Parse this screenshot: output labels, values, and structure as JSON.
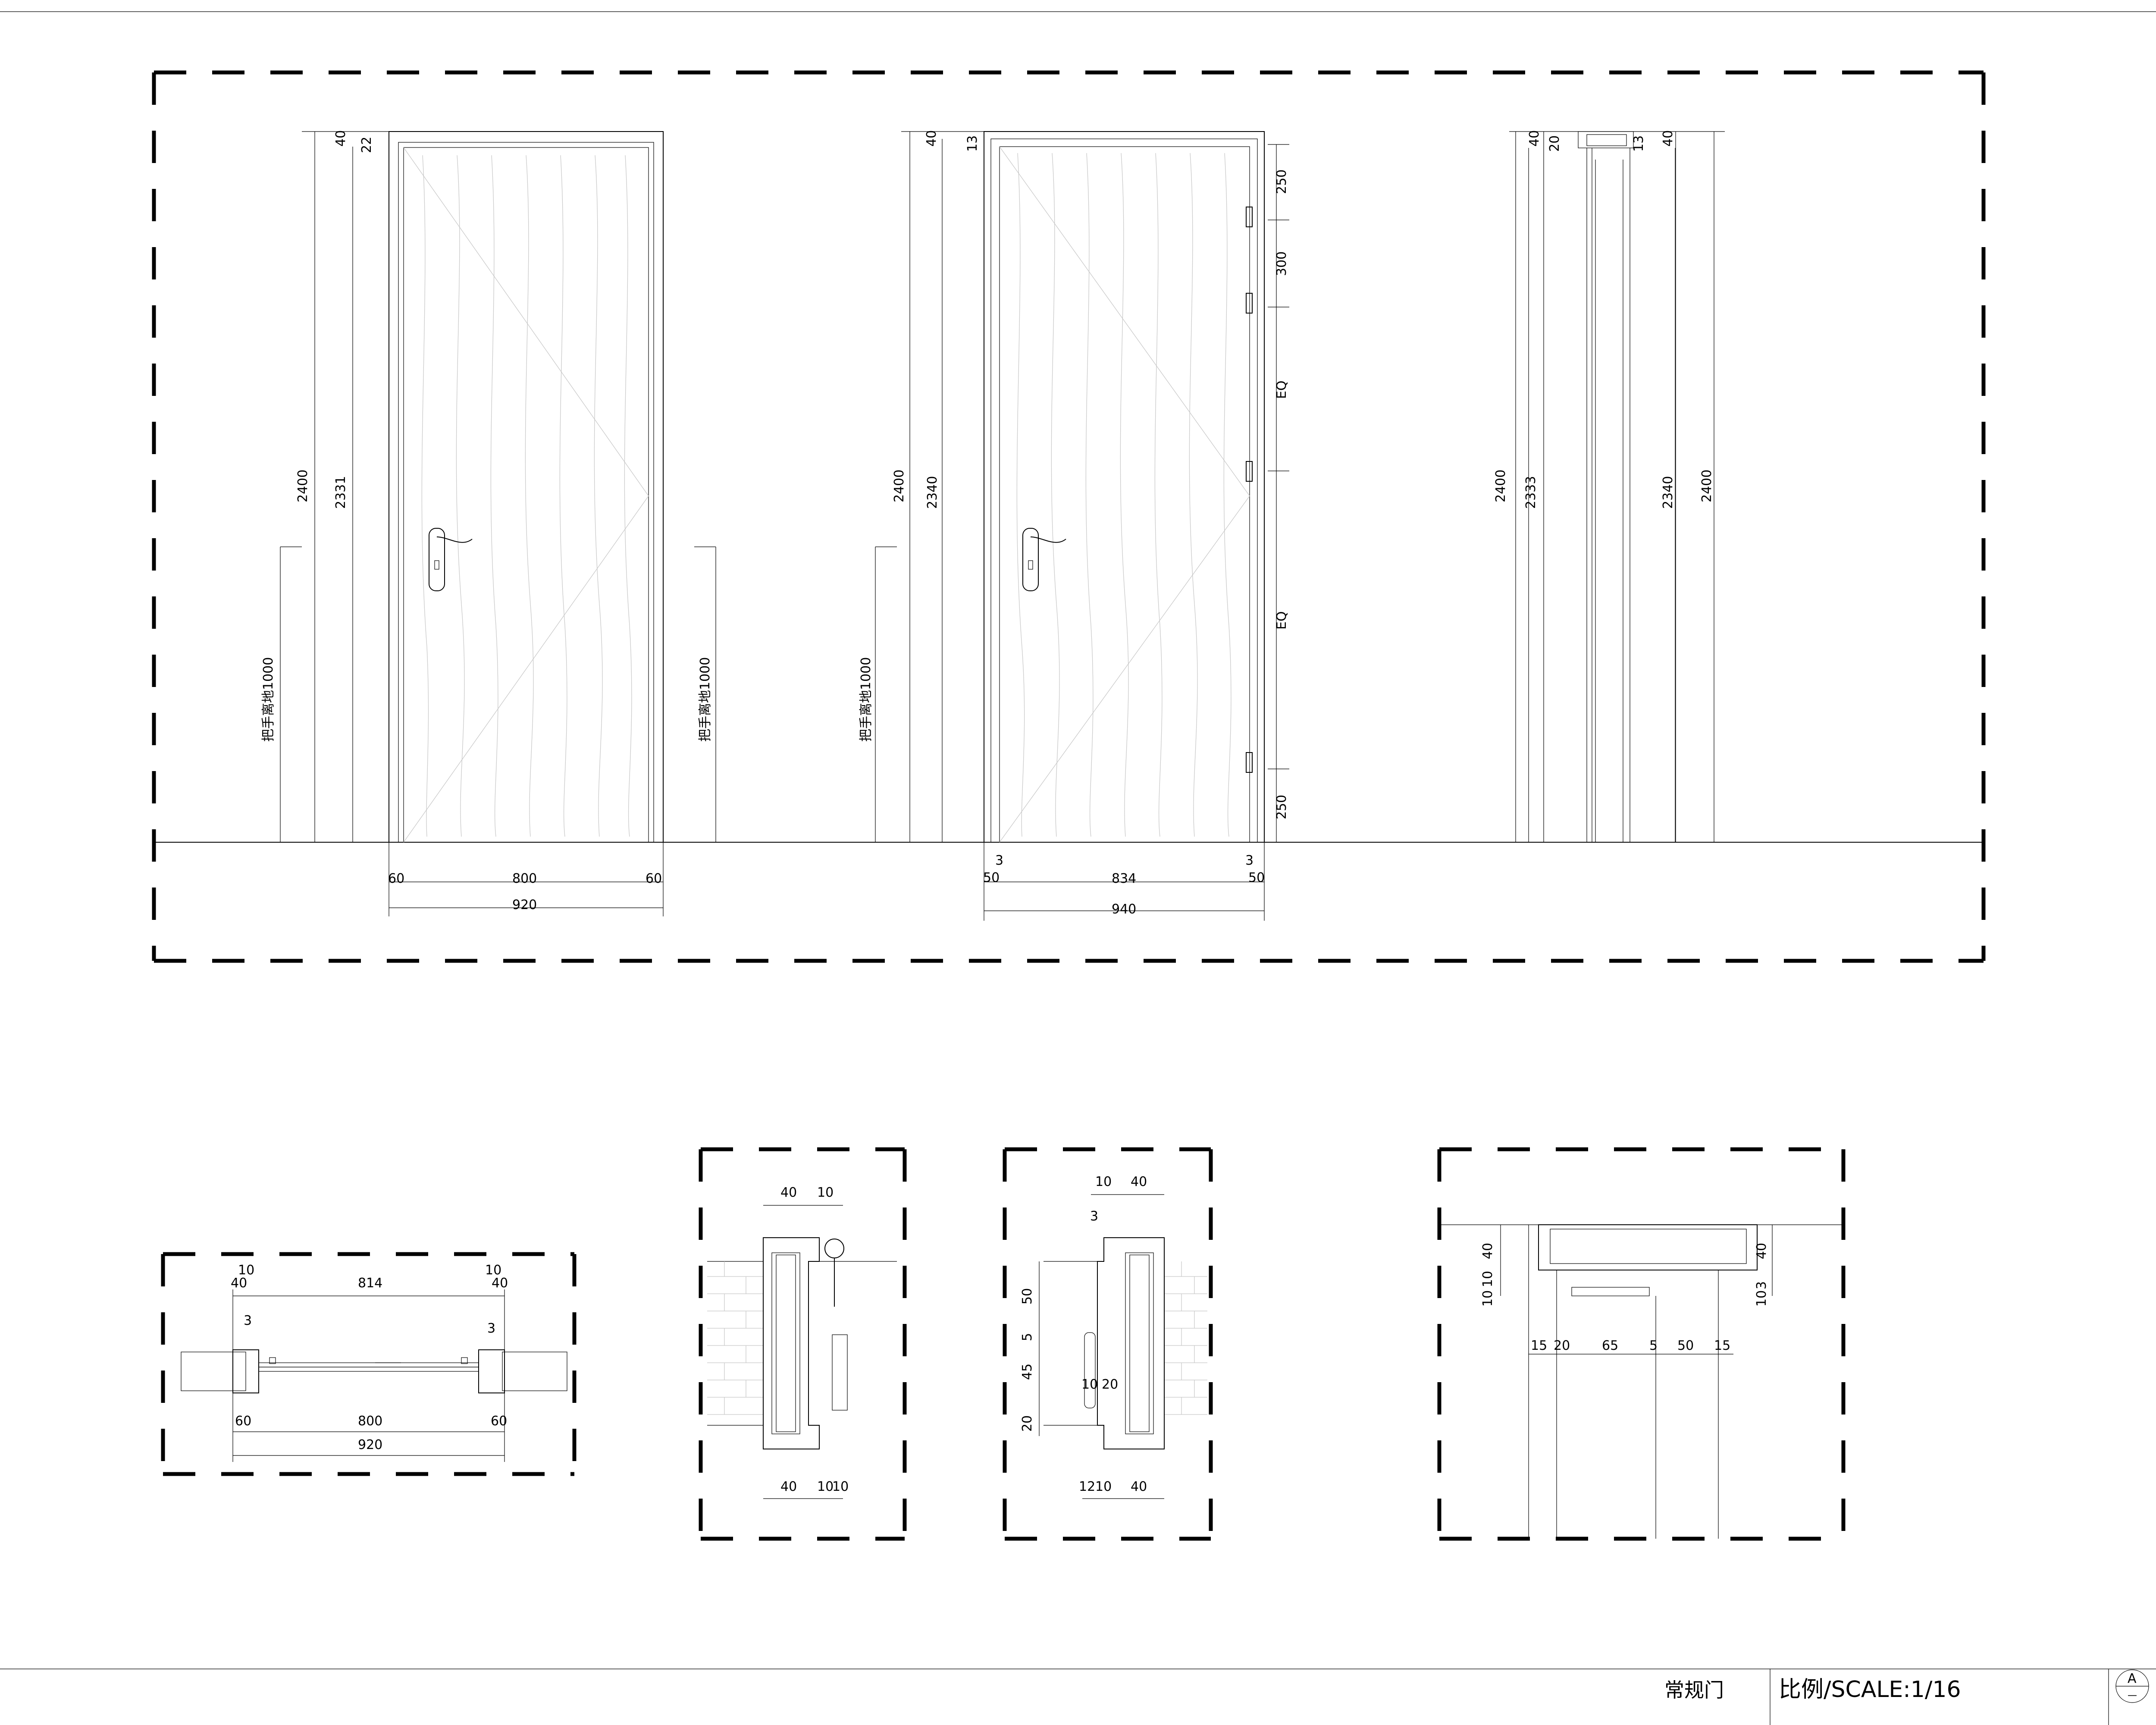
{
  "title_block": {
    "drawing_name": "常规门",
    "scale_label": "比例/SCALE:1/16",
    "sheet_mark_top": "A",
    "sheet_mark_bottom": "—"
  },
  "elevation_outside": {
    "handle_height_label": "把手离地1000",
    "dim_2400": "2400",
    "dim_2331": "2331",
    "dim_40": "40",
    "dim_22": "22",
    "dim_60_left": "60",
    "dim_800": "800",
    "dim_60_right": "60",
    "dim_920": "920"
  },
  "elevation_inside": {
    "handle_height_label_left": "把手离地1000",
    "handle_height_label_right": "把手离地1000",
    "dim_2400": "2400",
    "dim_2340": "2340",
    "dim_40": "40",
    "dim_13": "13",
    "dim_3_left": "3",
    "dim_834": "834",
    "dim_3_right": "3",
    "dim_50_left": "50",
    "dim_50_right": "50",
    "dim_940": "940",
    "hinge_250_top": "250",
    "hinge_300": "300",
    "hinge_eq_1": "EQ",
    "hinge_eq_2": "EQ",
    "hinge_250_bottom": "250"
  },
  "elevation_side": {
    "dim_2400_left": "2400",
    "dim_2333": "2333",
    "dim_40_left": "40",
    "dim_20": "20",
    "dim_2340": "2340",
    "dim_2400_right": "2400",
    "dim_40_right": "40",
    "dim_13": "13"
  },
  "plan_section": {
    "dim_10_left": "10",
    "dim_40_left": "40",
    "dim_814": "814",
    "dim_10_right": "10",
    "dim_40_right": "40",
    "dim_3_left": "3",
    "dim_3_right": "3",
    "dim_60_left": "60",
    "dim_800": "800",
    "dim_60_right": "60",
    "dim_920": "920"
  },
  "detail_1": {
    "top_40": "40",
    "top_10": "10",
    "bottom_40": "40",
    "bottom_10a": "10",
    "bottom_10b": "10"
  },
  "detail_2": {
    "top_10": "10",
    "top_40": "40",
    "top_3": "3",
    "side_50": "50",
    "side_5": "5",
    "side_45": "45",
    "side_20": "20",
    "mid_10": "10",
    "mid_20": "20",
    "bottom_12": "12",
    "bottom_10": "10",
    "bottom_40": "40"
  },
  "detail_3": {
    "left_40": "40",
    "left_10a": "10",
    "left_10b": "10",
    "right_40": "40",
    "right_3": "3",
    "right_10": "10",
    "b_15a": "15",
    "b_20": "20",
    "b_65": "65",
    "b_5": "5",
    "b_50": "50",
    "b_15b": "15"
  }
}
